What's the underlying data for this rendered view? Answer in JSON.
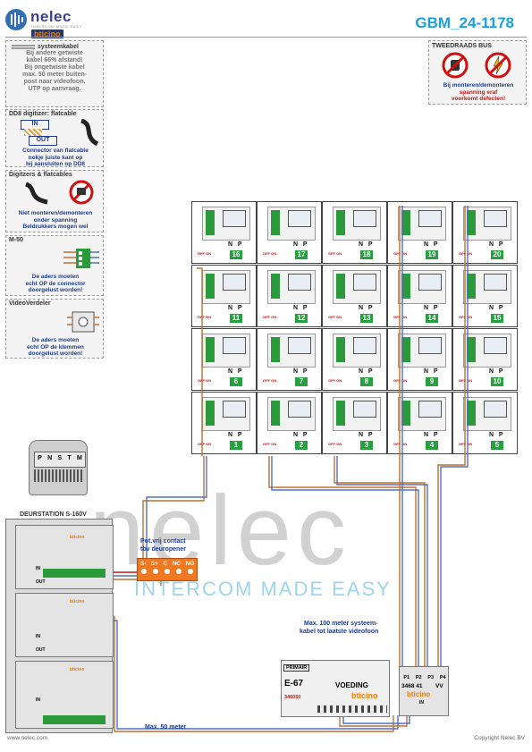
{
  "header": {
    "logo_name": "nelec",
    "logo_tagline": "INTERCOM MADE EASY",
    "logo_brand": "bticino",
    "code": "GBM_24-1178"
  },
  "notes": {
    "systeem": {
      "title": "systeemkabel",
      "lines": [
        "Bij andere getwiste",
        "kabel 66% afstand!",
        "Bij ongetwiste kabel",
        "max. 50 meter buiten-",
        "post naar videofoon.",
        "UTP op aanvraag."
      ]
    },
    "dd8": {
      "title": "DD8 digitizer: flatcable",
      "in": "IN",
      "out": "OUT",
      "lines": [
        "Connector van flatcable",
        "nokje juiste kant op",
        "bij aansluiten op DD8"
      ]
    },
    "digitizers": {
      "title": "Digitzers & flatcables",
      "lines": [
        "Niet monteren/demonteren",
        "onder spanning",
        "Beldrukkers mogen wel"
      ]
    },
    "m50": {
      "title": "M-50",
      "lines": [
        "De aders moeten",
        "echt OP de connector",
        "doorgelust worden!"
      ]
    },
    "videoverdeler": {
      "title": "VideoVerdeler",
      "lines": [
        "De aders moeten",
        "echt OP de klemmen",
        "doorgelust worden!"
      ]
    },
    "tweedraads": {
      "title": "TWEEDRAADS BUS",
      "line1": "Bij monteren/demonteren",
      "line2": "spanning eraf",
      "line3": "voorkomt defecten!"
    }
  },
  "grid": {
    "n_label": "N",
    "p_label": "P",
    "offon": "OFF ON",
    "rows": [
      [
        "16",
        "17",
        "18",
        "19",
        "20"
      ],
      [
        "11",
        "12",
        "13",
        "14",
        "15"
      ],
      [
        "6",
        "7",
        "8",
        "9",
        "10"
      ],
      [
        "1",
        "2",
        "3",
        "4",
        "5"
      ]
    ]
  },
  "door": {
    "title": "DEURSTATION S-160V",
    "contact_line1": "Pot.vrij contact",
    "contact_line2": "tbv deuropener",
    "relay_terms": [
      "S-",
      "S+",
      "C",
      "NC",
      "NO"
    ],
    "module_in": "IN",
    "module_out": "OUT",
    "zoom_terms": [
      "P",
      "N",
      "S",
      "T",
      "M"
    ]
  },
  "power": {
    "primair": "PRIMAIR",
    "model": "E-67",
    "voeding": "VOEDING",
    "brand": "bticino",
    "part": "346050"
  },
  "distributor": {
    "ports": [
      "P1",
      "P2",
      "P3",
      "P4"
    ],
    "part": "3468 41",
    "vv": "VV",
    "brand": "bticino",
    "in_label": "IN"
  },
  "labels": {
    "max100_line1": "Max. 100 meter systeem-",
    "max100_line2": "kabel tot laatste videofoon",
    "max50": "Max. 50 meter"
  },
  "watermark": {
    "big": "nelec",
    "sub": "INTERCOM MADE EASY"
  },
  "footer": {
    "left": "www.nelec.com",
    "right": "Copyright Nelec BV"
  },
  "colors": {
    "accent_blue": "#1aa0e0",
    "terminal_green": "#27a040",
    "relay_orange": "#f07820",
    "warning_red": "#d01010"
  }
}
